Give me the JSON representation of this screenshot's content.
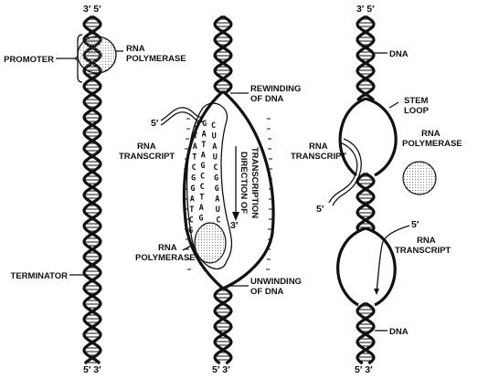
{
  "colors": {
    "ink": "#111111",
    "background": "#ffffff",
    "stipple": "#888888"
  },
  "labels": {
    "left": {
      "top_ends": "3′  5′",
      "promoter": "PROMOTER",
      "rna_polymerase_line1": "RNA",
      "rna_polymerase_line2": "POLYMERASE",
      "terminator": "TERMINATOR",
      "bottom_ends": "5′  3′"
    },
    "middle": {
      "rewinding_line1": "REWINDING",
      "rewinding_line2": "OF DNA",
      "five_prime": "5′",
      "rna_transcript_line1": "RNA",
      "rna_transcript_line2": "TRANSCRIPT",
      "direction_line1": "DIRECTION OF",
      "direction_line2": "TRANSCRIPTION",
      "three_prime": "3′",
      "rna_polymerase_line1": "RNA",
      "rna_polymerase_line2": "POLYMERASE",
      "unwinding_line1": "UNWINDING",
      "unwinding_line2": "OF DNA",
      "bottom_ends": "5′  3′"
    },
    "right": {
      "top_ends": "3′  5′",
      "dna_top": "DNA",
      "stem_line1": "STEM",
      "stem_line2": "LOOP",
      "rna_polymerase_line1": "RNA",
      "rna_polymerase_line2": "POLYMERASE",
      "rna_transcript_a_line1": "RNA",
      "rna_transcript_a_line2": "TRANSCRIPT",
      "five_prime_a": "5′",
      "five_prime_b": "5′",
      "rna_transcript_b_line1": "RNA",
      "rna_transcript_b_line2": "TRANSCRIPT",
      "dna_bottom": "DNA",
      "bottom_ends": "5′  3′"
    }
  },
  "bubble_bases": {
    "col1": [
      "C",
      "T",
      "A",
      "T",
      "C",
      "G",
      "G",
      "A",
      "T",
      "C",
      "G"
    ],
    "col2": [
      "G",
      "A",
      "T",
      "A",
      "G",
      "C",
      "C",
      "T",
      "A",
      "G"
    ],
    "col3": [
      "C",
      "U",
      "A",
      "U",
      "C",
      "G",
      "G",
      "A",
      "U",
      "C"
    ]
  }
}
